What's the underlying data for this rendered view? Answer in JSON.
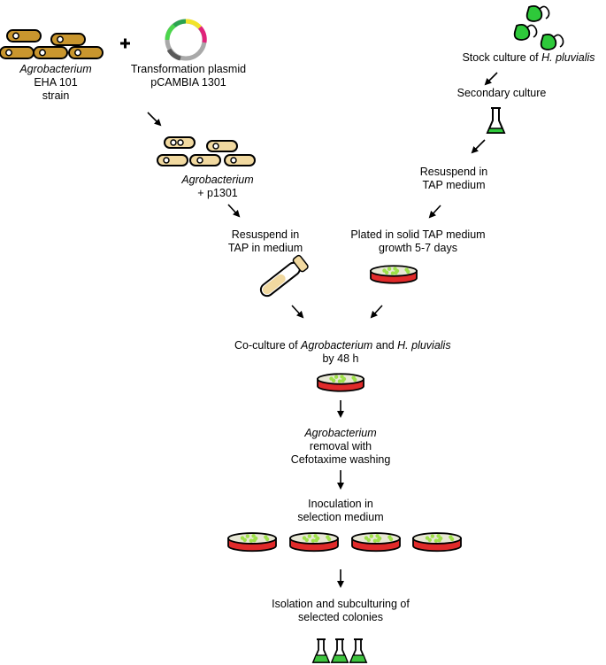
{
  "agro": {
    "name": "Agrobacterium",
    "strain1": "EHA 101",
    "strain2": "strain"
  },
  "plus": "+",
  "plasmid": {
    "line1": "Transformation plasmid",
    "line2": "pCAMBIA 1301"
  },
  "stock": {
    "prefix": "Stock culture of ",
    "species": "H. pluvialis"
  },
  "secondary": "Secondary culture",
  "agro_p1301": {
    "name": "Agrobacterium",
    "line2": "+ p1301"
  },
  "resuspend_tap": {
    "line1": "Resuspend in",
    "line2": "TAP medium"
  },
  "resuspend_agro": {
    "line1": "Resuspend in",
    "line2": "TAP in medium"
  },
  "plated": {
    "line1": "Plated in solid TAP medium",
    "line2": "growth 5-7 days"
  },
  "coculture": {
    "part1": "Co-culture of ",
    "agro": "Agrobacterium",
    "part2": " and ",
    "species": "H. pluvialis",
    "line2": "by 48 h"
  },
  "removal": {
    "agro": "Agrobacterium",
    "line2": "removal with",
    "line3": "Cefotaxime washing"
  },
  "inoculation": {
    "line1": "Inoculation in",
    "line2": "selection medium"
  },
  "isolation": {
    "line1": "Isolation and subculturing of",
    "line2": "selected colonies"
  },
  "colors": {
    "bacterium": "#c9962e",
    "bacterium_light": "#f1d9a0",
    "dish": "#e02a2a",
    "algae": "#3ec43e",
    "colony": "#9ee04a"
  }
}
